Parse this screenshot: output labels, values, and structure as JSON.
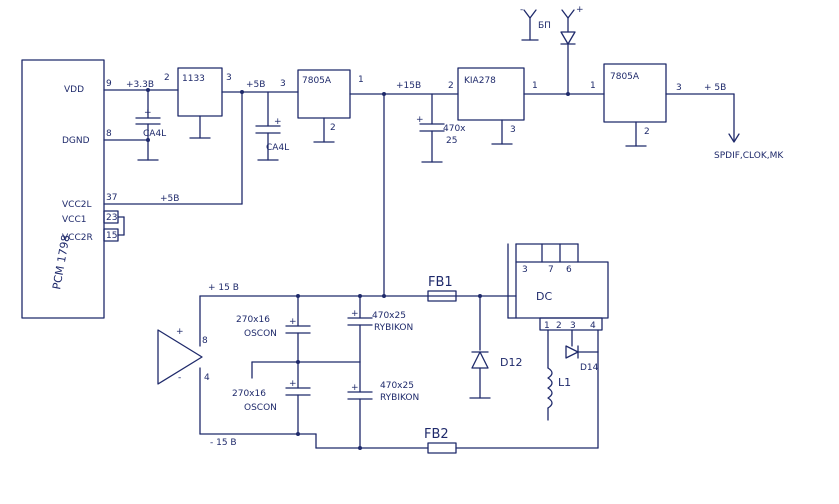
{
  "chip": {
    "name": "PCM 1798",
    "pins": {
      "vdd": "VDD",
      "dgnd": "DGND",
      "vcc2l": "VCC2L",
      "vcc1": "VCC1",
      "vcc2r": "VCC2R",
      "n9": "9",
      "n8": "8",
      "n37": "37",
      "n23": "23",
      "n15": "15"
    }
  },
  "regulators": {
    "r1117": "1133",
    "r7805a": "7805A",
    "kia": "KIA278",
    "r7805b": "7805A"
  },
  "pins": {
    "p2a": "2",
    "p3a": "3",
    "p3b": "3",
    "p1b": "1",
    "p2b": "2",
    "p2c": "2",
    "p1c": "1",
    "p3c": "3",
    "p1d": "1",
    "p3d": "3",
    "p2d": "2"
  },
  "caps": {
    "c1": "CA4L",
    "c2": "CA4L",
    "c3_val": "470x",
    "c3_v": "25"
  },
  "rails": {
    "v33": "+3.3B",
    "v5a": "+5B",
    "v15a": "+15B",
    "v5out": "+ 5B",
    "v5b": "+5B",
    "v15b": "+ 15 B",
    "vm15": "- 15 B"
  },
  "antenna": {
    "bp": "БП",
    "minus": "-",
    "plus": "+"
  },
  "outputs": {
    "spdif": "SPDIF,CLOK,MK"
  },
  "dc": {
    "label": "DC",
    "p3": "3",
    "p7": "7",
    "p6": "6",
    "p1": "1",
    "p2": "2",
    "p3b": "3",
    "p4": "4"
  },
  "filter": {
    "cap1": "270x16",
    "cap1b": "OSCON",
    "cap2": "470x25",
    "cap2b": "RYBIKON",
    "cap3": "270x16",
    "cap3b": "OSCON",
    "cap4": "470x25",
    "cap4b": "RYBIKON"
  },
  "parts": {
    "fb1": "FB1",
    "fb2": "FB2",
    "d12": "D12",
    "d14": "D14",
    "l1": "L1"
  },
  "opamp": {
    "plus": "+",
    "minus": "-",
    "p8": "8",
    "p4": "4"
  }
}
